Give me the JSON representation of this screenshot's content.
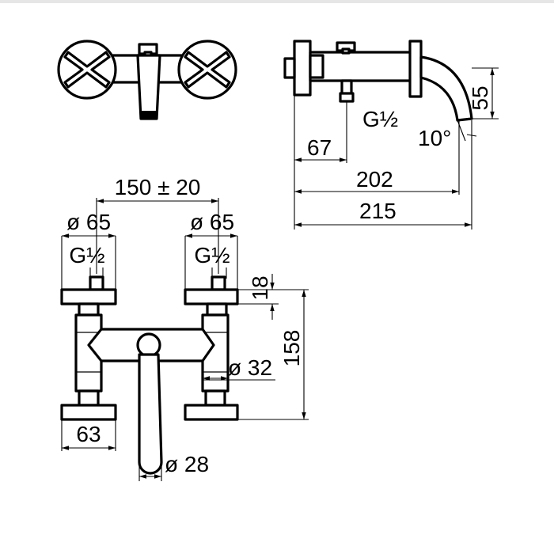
{
  "drawing": {
    "front_view": {
      "dims": {
        "centers": "150 ± 20",
        "handle_left_dia": "ø 65",
        "handle_right_dia": "ø 65",
        "thread_left": "G½",
        "thread_right": "G½",
        "nut_height": "18",
        "total_height": "158",
        "body_dia": "ø 32",
        "base_width": "63",
        "spout_dia": "ø 28"
      }
    },
    "side_view": {
      "dims": {
        "spout_drop": "55",
        "thread": "G½",
        "angle": "10°",
        "offset": "67",
        "depth_202": "202",
        "depth_215": "215"
      }
    }
  }
}
